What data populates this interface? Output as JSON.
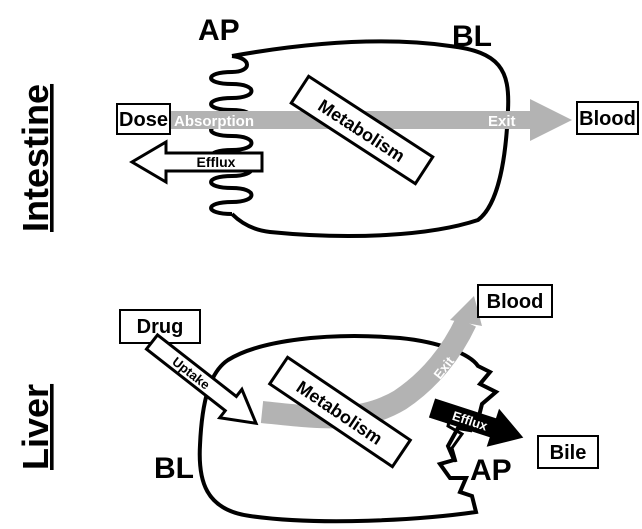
{
  "panels": {
    "intestine": {
      "title": "Intestine",
      "apical_label": "AP",
      "basolateral_label": "BL",
      "dose_box": "Dose",
      "blood_box": "Blood",
      "absorption_label": "Absorption",
      "exit_label": "Exit",
      "efflux_label": "Efflux",
      "metabolism_label": "Metabolism"
    },
    "liver": {
      "title": "Liver",
      "drug_box": "Drug",
      "uptake_label": "Uptake",
      "metabolism_label": "Metabolism",
      "exit_label": "Exit",
      "efflux_label": "Efflux",
      "blood_box": "Blood",
      "bile_box": "Bile",
      "basolateral_label": "BL",
      "apical_label": "AP"
    }
  },
  "colors": {
    "line": "#000000",
    "arrow_gray": "#b3b3b3",
    "arrow_black": "#000000",
    "background": "#ffffff"
  }
}
